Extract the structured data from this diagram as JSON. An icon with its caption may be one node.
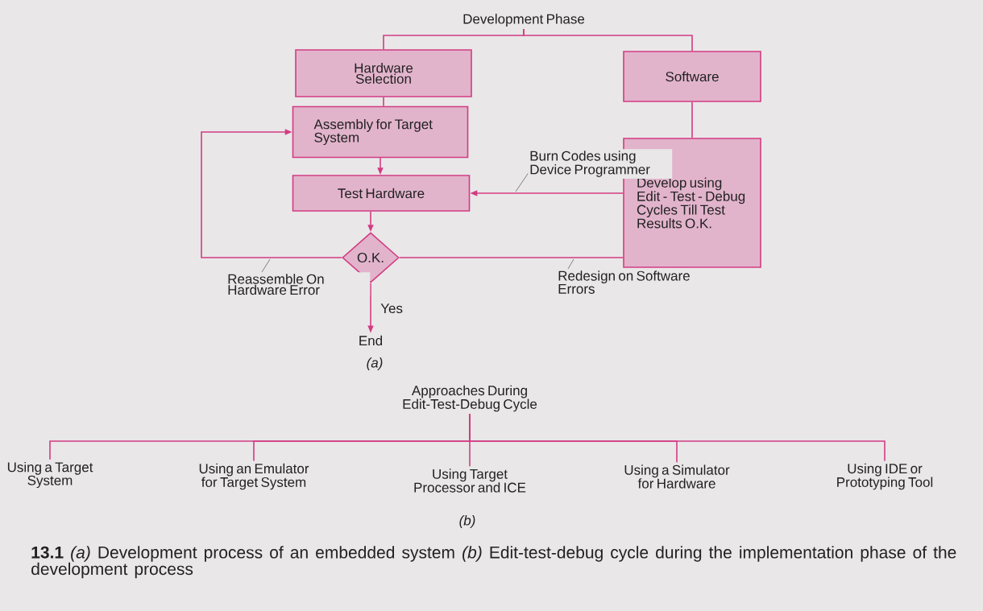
{
  "diagram": {
    "caption": "**13.1** *(a)* Development process of an embedded system *(b)* Edit-test-debug cycle during the implementation phase of the development process",
    "nodes": [
      {
        "text": [
          "Development Phase"
        ]
      },
      {
        "text": [
          "Hardware Selection"
        ]
      },
      {
        "text": [
          "Software"
        ]
      },
      {
        "text": [
          "Assembly for Target System"
        ]
      },
      {
        "text": [
          "Test Hardware"
        ]
      },
      {
        "text": [
          "Develop using Edit - Test - Debug Cycles Till Test Results O.K."
        ]
      },
      {
        "text": [
          "O.K."
        ]
      },
      {
        "text": [
          "End"
        ]
      },
      {
        "text": [
          "Approaches During Edit-Test-Debug Cycle"
        ]
      },
      {
        "text": [
          "Using a Target System"
        ]
      },
      {
        "text": [
          "Using an Emulator for Target System"
        ]
      },
      {
        "text": [
          "Using Target Processor and ICE"
        ]
      },
      {
        "text": [
          "Using a Simulator for Hardware"
        ]
      },
      {
        "text": [
          "Using IDE or Prototyping Tool"
        ]
      }
    ],
    "edges": [
      {
        "from": 0,
        "to": 1,
        "arrow": "none"
      },
      {
        "from": 0,
        "to": 2,
        "arrow": "none"
      },
      {
        "from": 1,
        "to": 3,
        "arrow": "none"
      },
      {
        "from": 2,
        "to": 5,
        "arrow": "none"
      },
      {
        "from": 3,
        "to": 4,
        "arrow": "to"
      },
      {
        "from": 5,
        "to": 4,
        "arrow": "to",
        "label": "Burn Codes using Device Programmer"
      },
      {
        "from": 4,
        "to": 6,
        "arrow": "to"
      },
      {
        "from": 6,
        "to": 3,
        "arrow": "to",
        "label": "Reassemble On Hardware Error"
      },
      {
        "from": 6,
        "to": 7,
        "arrow": "to",
        "label": "Yes"
      },
      {
        "from": 6,
        "to": 5,
        "arrow": "none",
        "label": "Redesign on Software Errors"
      },
      {
        "from": 8,
        "to": 9,
        "arrow": "none"
      },
      {
        "from": 8,
        "to": 10,
        "arrow": "none"
      },
      {
        "from": 8,
        "to": 11,
        "arrow": "none"
      },
      {
        "from": 8,
        "to": 12,
        "arrow": "none"
      },
      {
        "from": 8,
        "to": 13,
        "arrow": "none"
      }
    ],
    "labels": [
      "(a)",
      "(b)"
    ]
  }
}
